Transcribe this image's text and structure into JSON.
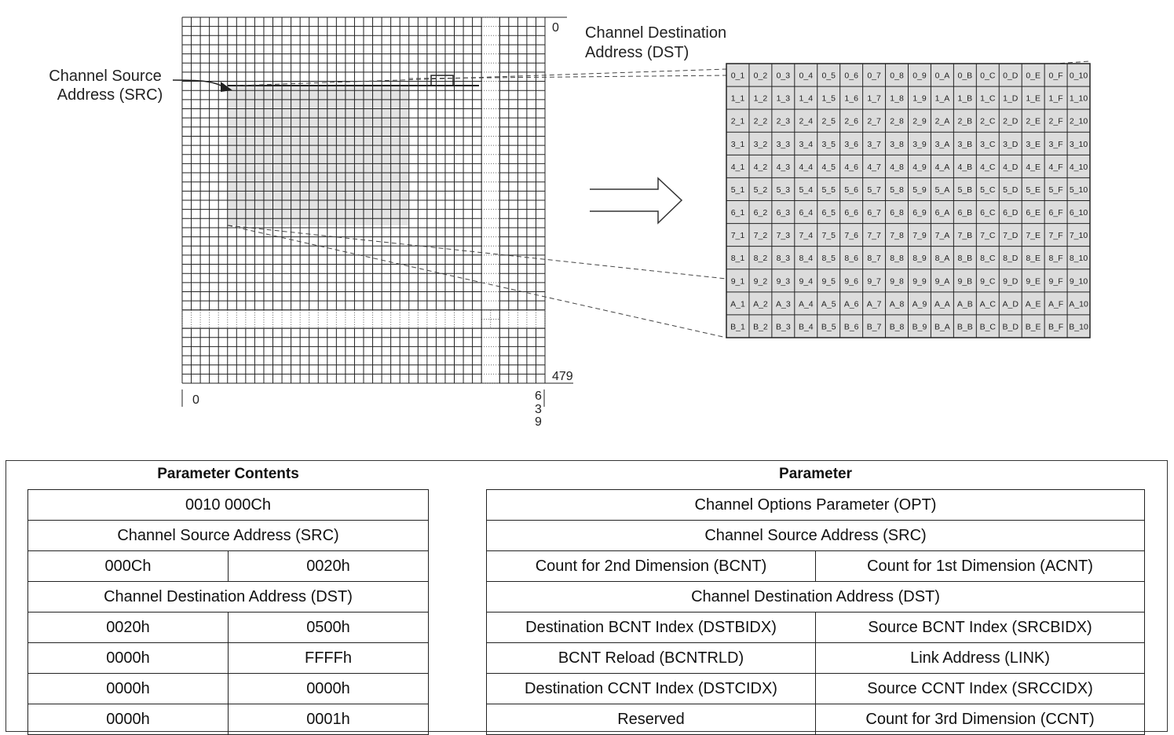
{
  "diagram": {
    "src_label": [
      "Channel Source",
      "Address (SRC)"
    ],
    "dst_label": [
      "Channel Destination",
      "Address (DST)"
    ],
    "axis_row_start": "0",
    "axis_row_end": "479",
    "axis_col_start": "0",
    "axis_col_end_digits": [
      "6",
      "3",
      "9"
    ],
    "cell_rows": [
      [
        "0_1",
        "0_2",
        "0_3",
        "0_4",
        "0_5",
        "0_6",
        "0_7",
        "0_8",
        "0_9",
        "0_A",
        "0_B",
        "0_C",
        "0_D",
        "0_E",
        "0_F",
        "0_10"
      ],
      [
        "1_1",
        "1_2",
        "1_3",
        "1_4",
        "1_5",
        "1_6",
        "1_7",
        "1_8",
        "1_9",
        "1_A",
        "1_B",
        "1_C",
        "1_D",
        "1_E",
        "1_F",
        "1_10"
      ],
      [
        "2_1",
        "2_2",
        "2_3",
        "2_4",
        "2_5",
        "2_6",
        "2_7",
        "2_8",
        "2_9",
        "2_A",
        "2_B",
        "2_C",
        "2_D",
        "2_E",
        "2_F",
        "2_10"
      ],
      [
        "3_1",
        "3_2",
        "3_3",
        "3_4",
        "3_5",
        "3_6",
        "3_7",
        "3_8",
        "3_9",
        "3_A",
        "3_B",
        "3_C",
        "3_D",
        "3_E",
        "3_F",
        "3_10"
      ],
      [
        "4_1",
        "4_2",
        "4_3",
        "4_4",
        "4_5",
        "4_6",
        "4_7",
        "4_8",
        "4_9",
        "4_A",
        "4_B",
        "4_C",
        "4_D",
        "4_E",
        "4_F",
        "4_10"
      ],
      [
        "5_1",
        "5_2",
        "5_3",
        "5_4",
        "5_5",
        "5_6",
        "5_7",
        "5_8",
        "5_9",
        "5_A",
        "5_B",
        "5_C",
        "5_D",
        "5_E",
        "5_F",
        "5_10"
      ],
      [
        "6_1",
        "6_2",
        "6_3",
        "6_4",
        "6_5",
        "6_6",
        "6_7",
        "6_8",
        "6_9",
        "6_A",
        "6_B",
        "6_C",
        "6_D",
        "6_E",
        "6_F",
        "6_10"
      ],
      [
        "7_1",
        "7_2",
        "7_3",
        "7_4",
        "7_5",
        "7_6",
        "7_7",
        "7_8",
        "7_9",
        "7_A",
        "7_B",
        "7_C",
        "7_D",
        "7_E",
        "7_F",
        "7_10"
      ],
      [
        "8_1",
        "8_2",
        "8_3",
        "8_4",
        "8_5",
        "8_6",
        "8_7",
        "8_8",
        "8_9",
        "8_A",
        "8_B",
        "8_C",
        "8_D",
        "8_E",
        "8_F",
        "8_10"
      ],
      [
        "9_1",
        "9_2",
        "9_3",
        "9_4",
        "9_5",
        "9_6",
        "9_7",
        "9_8",
        "9_9",
        "9_A",
        "9_B",
        "9_C",
        "9_D",
        "9_E",
        "9_F",
        "9_10"
      ],
      [
        "A_1",
        "A_2",
        "A_3",
        "A_4",
        "A_5",
        "A_6",
        "A_7",
        "A_8",
        "A_9",
        "A_A",
        "A_B",
        "A_C",
        "A_D",
        "A_E",
        "A_F",
        "A_10"
      ],
      [
        "B_1",
        "B_2",
        "B_3",
        "B_4",
        "B_5",
        "B_6",
        "B_7",
        "B_8",
        "B_9",
        "B_A",
        "B_B",
        "B_C",
        "B_D",
        "B_E",
        "B_F",
        "B_10"
      ]
    ],
    "colors": {
      "line": "#222222",
      "shade": "#e3e3e3",
      "cell_fill": "#dcdcdc"
    }
  },
  "left_table": {
    "header": "Parameter Contents",
    "rows": [
      [
        "0010 000Ch"
      ],
      [
        "Channel Source Address (SRC)"
      ],
      [
        "000Ch",
        "0020h"
      ],
      [
        "Channel Destination Address (DST)"
      ],
      [
        "0020h",
        "0500h"
      ],
      [
        "0000h",
        "FFFFh"
      ],
      [
        "0000h",
        "0000h"
      ],
      [
        "0000h",
        "0001h"
      ]
    ]
  },
  "right_table": {
    "header": "Parameter",
    "rows": [
      [
        "Channel Options Parameter (OPT)"
      ],
      [
        "Channel Source Address (SRC)"
      ],
      [
        "Count for 2nd Dimension (BCNT)",
        "Count for 1st Dimension (ACNT)"
      ],
      [
        "Channel Destination Address (DST)"
      ],
      [
        "Destination BCNT Index (DSTBIDX)",
        "Source BCNT Index (SRCBIDX)"
      ],
      [
        "BCNT Reload (BCNTRLD)",
        "Link Address (LINK)"
      ],
      [
        "Destination CCNT Index (DSTCIDX)",
        "Source CCNT Index (SRCCIDX)"
      ],
      [
        "Reserved",
        "Count for 3rd Dimension (CCNT)"
      ]
    ]
  }
}
